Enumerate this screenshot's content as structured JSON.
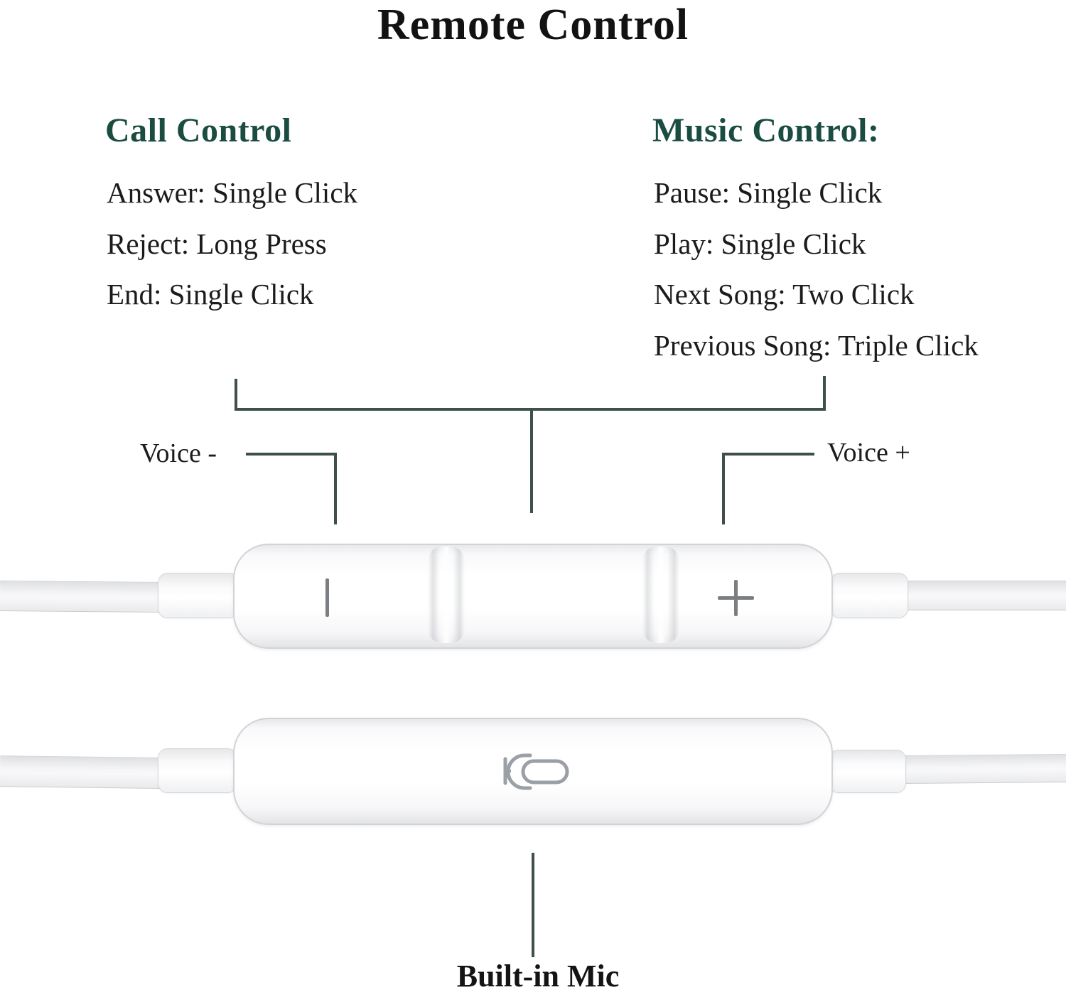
{
  "title": "Remote Control",
  "call_control": {
    "heading": "Call Control",
    "items": [
      "Answer: Single Click",
      "Reject: Long Press",
      "End: Single Click"
    ]
  },
  "music_control": {
    "heading": "Music Control:",
    "items": [
      "Pause: Single Click",
      "Play: Single Click",
      "Next Song: Two Click",
      "Previous Song: Triple Click"
    ]
  },
  "labels": {
    "voice_minus": "Voice -",
    "voice_plus": "Voice +",
    "built_in_mic": "Built-in Mic"
  },
  "icons": {
    "volume_down_button": "minus-bar-icon",
    "volume_up_button": "plus-icon",
    "microphone": "mic-icon"
  },
  "colors": {
    "heading_green": "#1b4c42",
    "body_text": "#1b1b1b",
    "callout_line": "#3e4f4c",
    "device_mark_gray": "#7b7e82",
    "mic_icon_gray": "#9aa0a6"
  }
}
